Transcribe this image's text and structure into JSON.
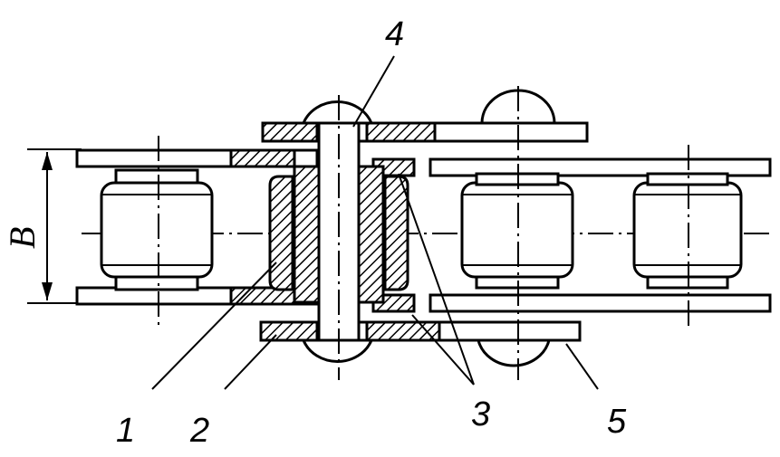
{
  "dimension": {
    "label": "B"
  },
  "callouts": [
    {
      "id": "1",
      "text": "1"
    },
    {
      "id": "2",
      "text": "2"
    },
    {
      "id": "3",
      "text": "3"
    },
    {
      "id": "4",
      "text": "4"
    },
    {
      "id": "5",
      "text": "5"
    }
  ],
  "colors": {
    "line": "#000000",
    "background": "#ffffff"
  }
}
